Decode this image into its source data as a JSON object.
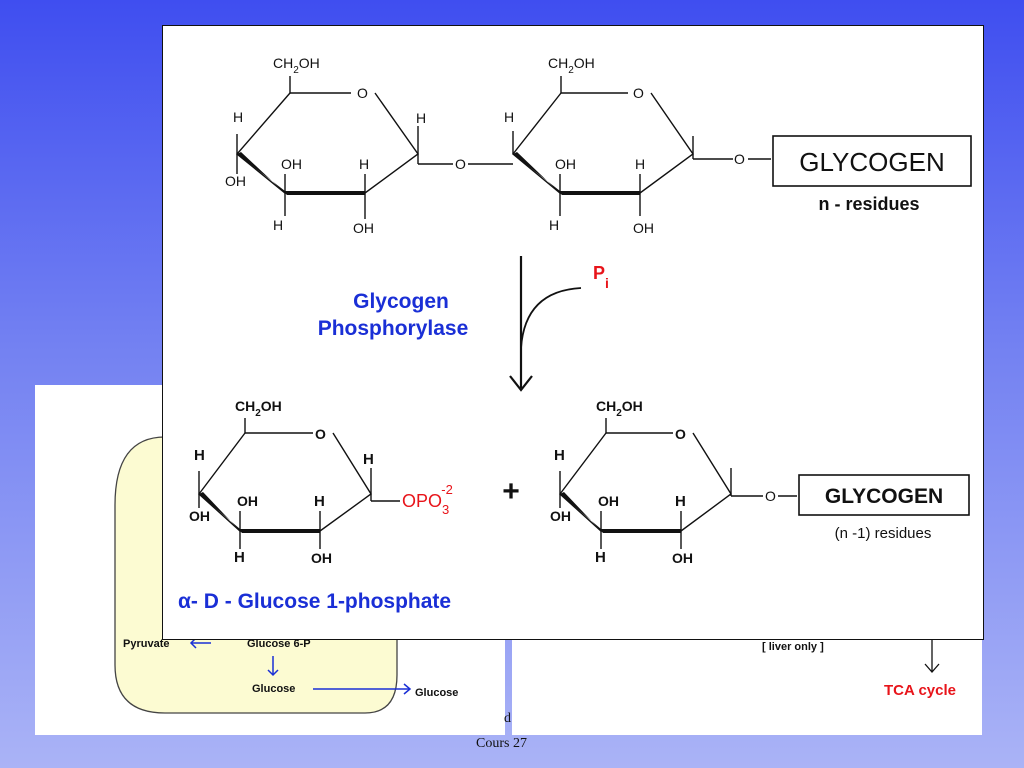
{
  "colors": {
    "blue": "#1a2fd6",
    "red": "#e8141a",
    "cell_fill": "#fcfbd2"
  },
  "labels": {
    "ch2oh": "CH",
    "sub_2": "2",
    "oh": "OH",
    "ring_o": "O",
    "h": "H",
    "link_o": "O",
    "glycogen": "GLYCOGEN",
    "n_residues": "n - residues",
    "n_minus_1_residues": "(n -1) residues",
    "pi_main": "P",
    "pi_sub": "i",
    "enzyme_line1": "Glycogen",
    "enzyme_line2": "Phosphorylase",
    "opo3": "OPO",
    "opo3_sub": "3",
    "opo3_sup": "-2",
    "plus": "+",
    "product_name": "α- D - Glucose 1-phosphate"
  },
  "background_slide": {
    "pyruvate": "Pyruvate",
    "glucose6p": "Glucose 6-P",
    "glucose_inner": "Glucose",
    "glucose_outer": "Glucose",
    "liver_only": "[ liver only ]",
    "tca_cycle": "TCA cycle"
  },
  "footer": {
    "partial": "d",
    "course": "Cours 27"
  }
}
